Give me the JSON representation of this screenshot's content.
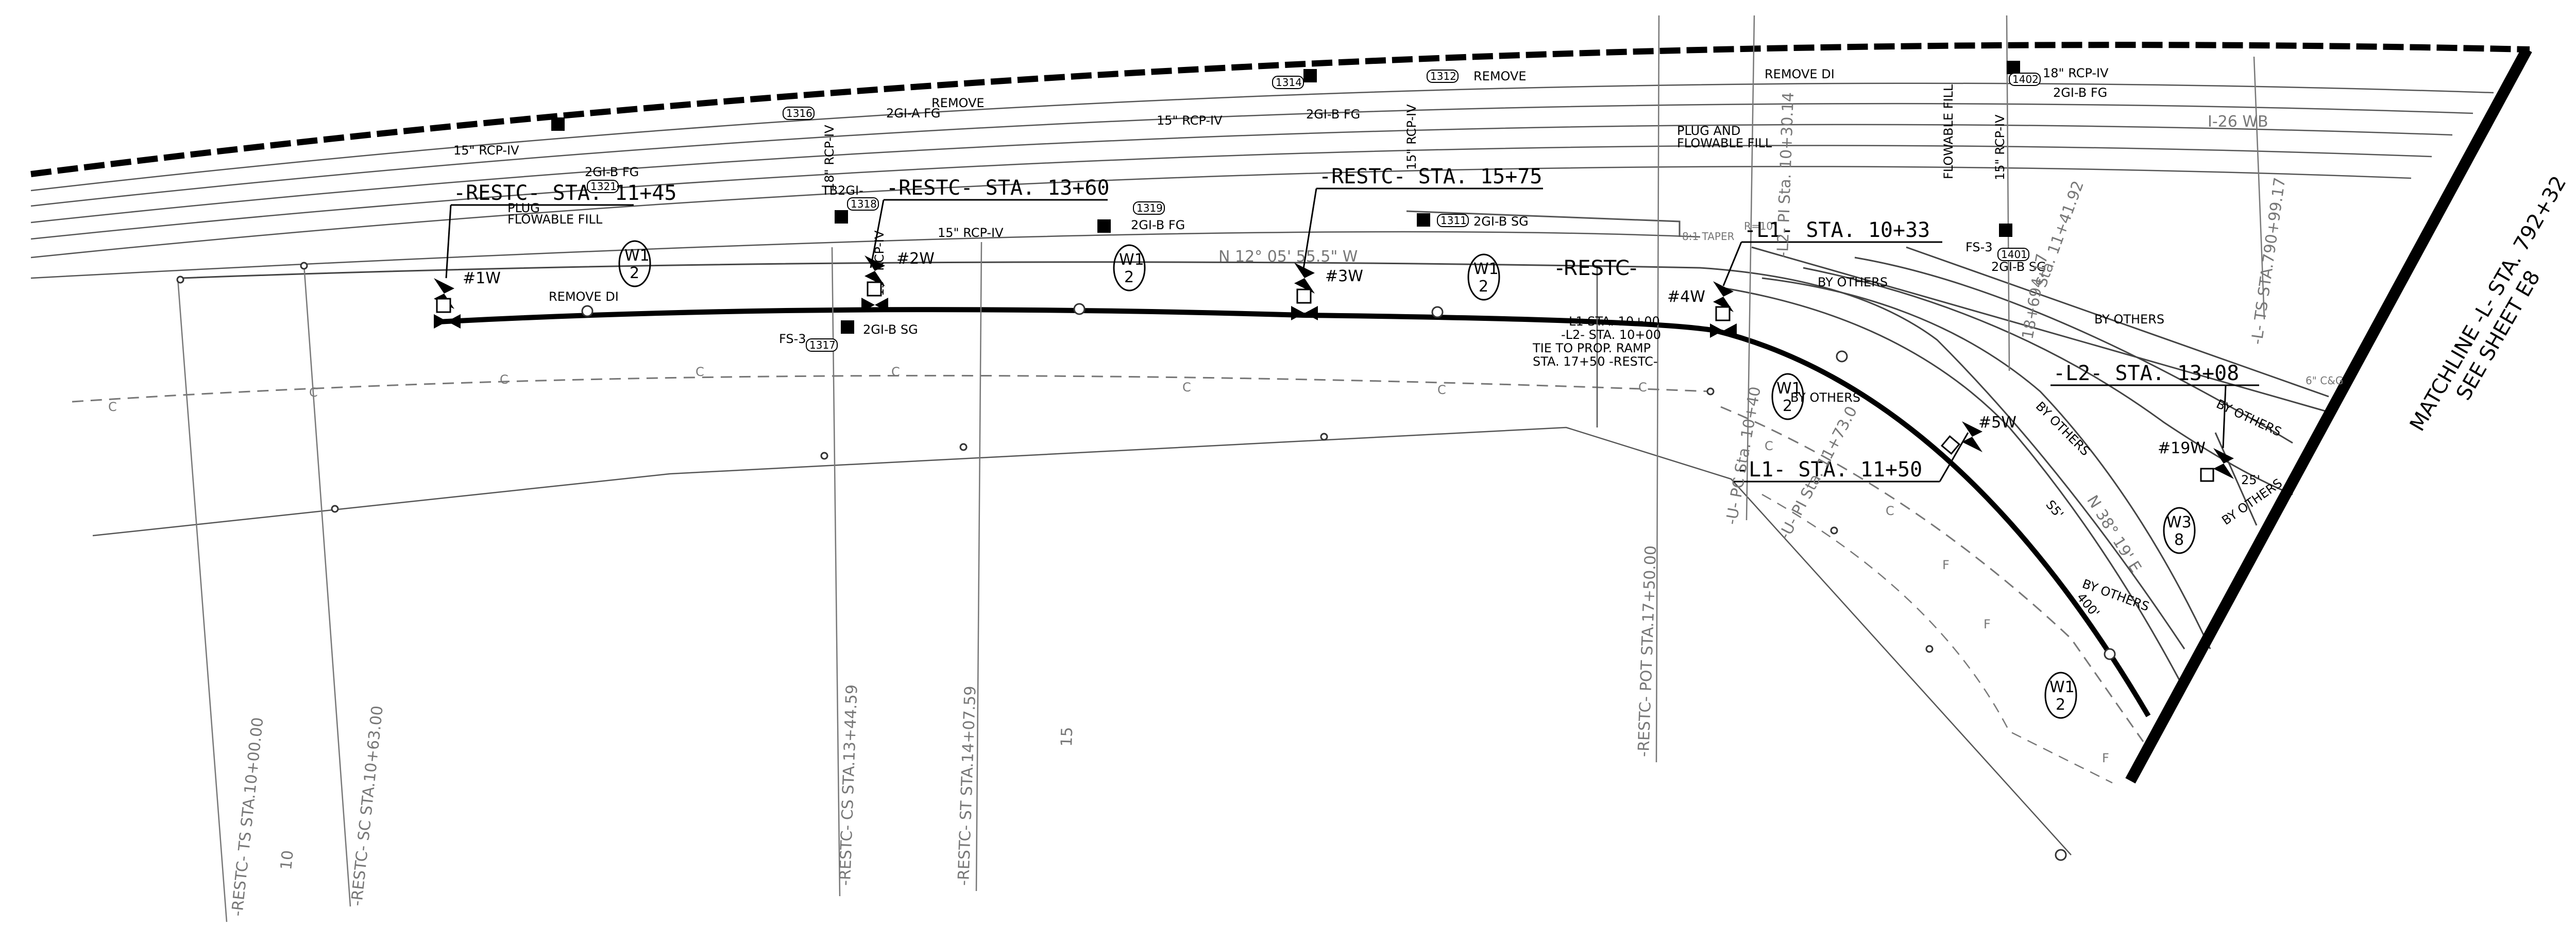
{
  "stations": {
    "restc_1145": "-RESTC- STA. 11+45",
    "restc_1360": "-RESTC- STA. 13+60",
    "restc_1575": "-RESTC- STA. 15+75",
    "l1_1033": "-L1- STA. 10+33",
    "l1_1150": "-L1- STA. 11+50",
    "l2_1308": "-L2- STA. 13+08",
    "restc_label": "-RESTC-",
    "tie_text": [
      "L1 STA. 10+00",
      "-L2- STA. 10+00",
      "TIE TO PROP. RAMP",
      "STA. 17+50 -RESTC-"
    ],
    "bearing": "N 12° 05' 55.5\" W",
    "restc_ts": "-RESTC- TS STA.10+00.00",
    "restc_sc": "-RESTC- SC STA.10+63.00",
    "restc_cs": "-RESTC- CS STA.13+44.59",
    "restc_st": "-RESTC- ST STA.14+07.59",
    "restc_pot": "-RESTC- POT STA.17+50.00",
    "u_pc": "-U- PC Sta. 10+40",
    "u_pi": "-U- PI Sta. 11+73.0",
    "l2_pi": "-L2- PI Sta. 10+30.14",
    "sta_1141": "Sta. 11+41.92",
    "sta_18694": "18+694.17",
    "l_ts": "-L- TS STA.790+99.17",
    "tick_10": "10",
    "tick_15": "15"
  },
  "wells": [
    "#1W",
    "#2W",
    "#3W",
    "#4W",
    "#5W",
    "#19W"
  ],
  "notes": {
    "remove_di": "REMOVE DI",
    "remove": "REMOVE",
    "plug_ff_1": "PLUG AND",
    "plug_ff_2": "FLOWABLE FILL",
    "flowable_fill": "FLOWABLE FILL",
    "plug_short": "PLUG",
    "by_others": "BY OTHERS",
    "i26wb": "I-26 WB",
    "taper": "8:1 TAPER",
    "r10": "R=10'",
    "cg": "6\" C&G",
    "dim25": "25'",
    "curb1": "400'",
    "curb2": "S5'",
    "plan_bearing": "N 38° 19' E"
  },
  "pipes": {
    "rcp15": "15\" RCP-IV",
    "rcp18": "18\" RCP-IV",
    "gi_b_fg": "2GI-B FG",
    "gi_a_fg": "2GI-A FG",
    "gi_b_sg": "2GI-B SG",
    "tb2gi": "TB2GI-",
    "fs3": "FS-3"
  },
  "structures": [
    "1321",
    "1316",
    "1318",
    "1319",
    "1314",
    "1312",
    "1311",
    "1317",
    "1402",
    "1401"
  ],
  "ditch_labels": {
    "w1_a": [
      "W1",
      "2"
    ],
    "w3": [
      "W3",
      "8"
    ]
  },
  "matchline": [
    "MATCHLINE -L- STA. 792+32",
    "SEE SHEET E8"
  ]
}
